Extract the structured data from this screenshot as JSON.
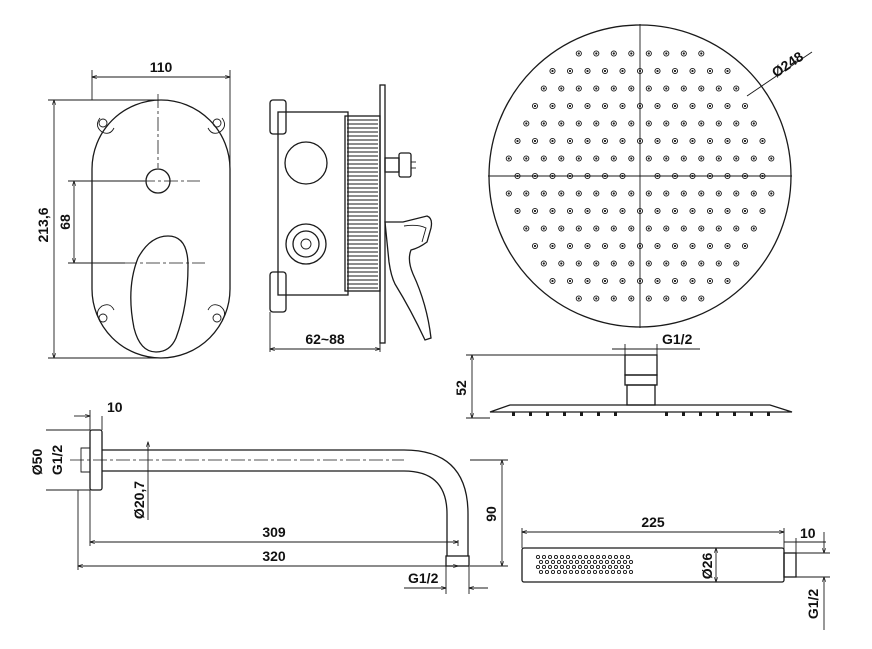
{
  "labels": {
    "valve_width": "110",
    "valve_height": "213,6",
    "valve_spacing": "68",
    "box_depth": "62~88",
    "head_diameter": "Ø248",
    "head_thread": "G1/2",
    "head_height": "52",
    "arm_flange_offset": "10",
    "arm_diameter": "Ø50",
    "arm_thread": "G1/2",
    "arm_tube_diameter": "Ø20,7",
    "arm_length_inner": "309",
    "arm_length_total": "320",
    "arm_drop": "90",
    "arm_outlet_thread": "G1/2",
    "hand_length": "225",
    "hand_nut_length": "10",
    "hand_diameter": "Ø26",
    "hand_thread": "G1/2"
  }
}
